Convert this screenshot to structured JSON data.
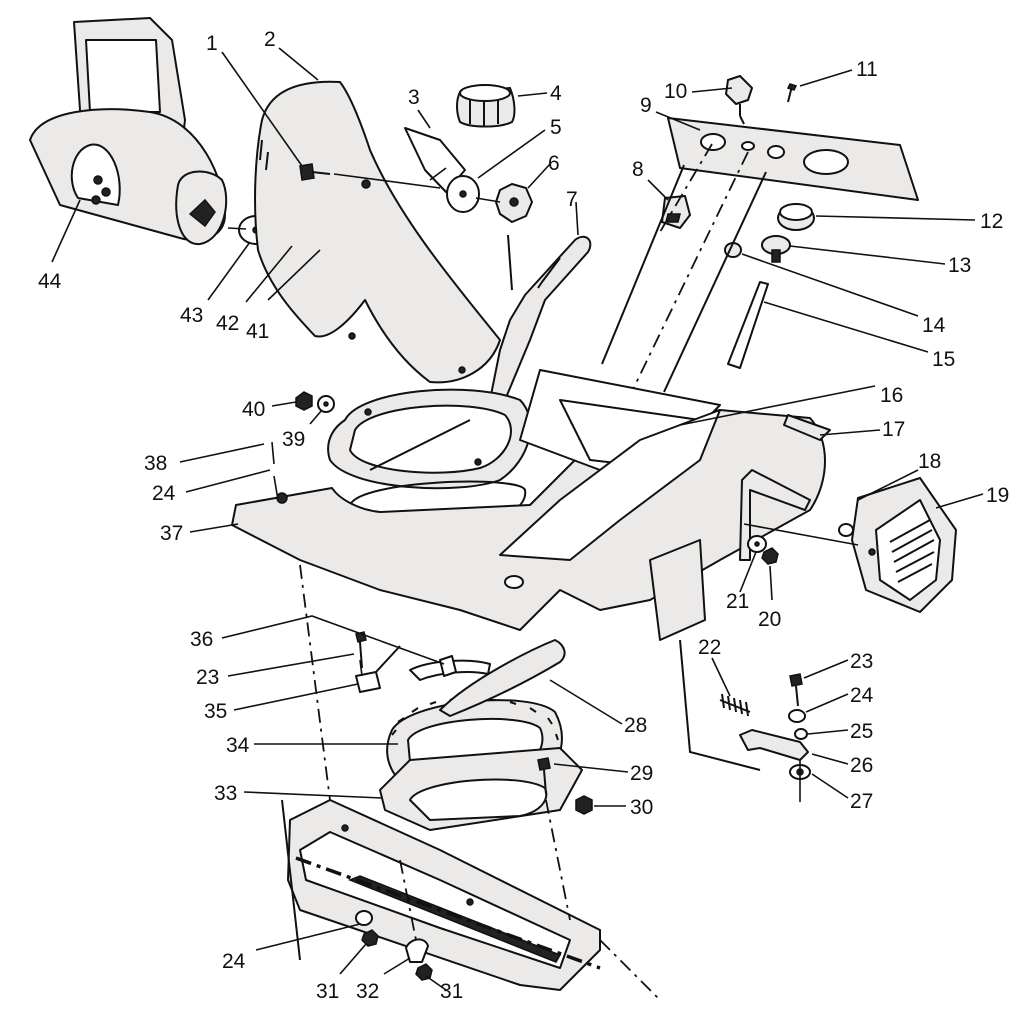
{
  "diagram": {
    "labels": [
      "1",
      "2",
      "3",
      "4",
      "5",
      "6",
      "7",
      "8",
      "9",
      "10",
      "11",
      "12",
      "13",
      "14",
      "15",
      "16",
      "17",
      "18",
      "19",
      "20",
      "21",
      "22",
      "23",
      "24",
      "25",
      "26",
      "27",
      "28",
      "29",
      "30",
      "31",
      "32",
      "33",
      "34",
      "35",
      "36",
      "37",
      "38",
      "39",
      "40",
      "41",
      "42",
      "43",
      "44"
    ],
    "callouts": [
      {
        "id": "c1",
        "text": "1"
      },
      {
        "id": "c2",
        "text": "2"
      },
      {
        "id": "c3",
        "text": "3"
      },
      {
        "id": "c4",
        "text": "4"
      },
      {
        "id": "c5",
        "text": "5"
      },
      {
        "id": "c6",
        "text": "6"
      },
      {
        "id": "c7",
        "text": "7"
      },
      {
        "id": "c8",
        "text": "8"
      },
      {
        "id": "c9",
        "text": "9"
      },
      {
        "id": "c10",
        "text": "10"
      },
      {
        "id": "c11",
        "text": "11"
      },
      {
        "id": "c12",
        "text": "12"
      },
      {
        "id": "c13",
        "text": "13"
      },
      {
        "id": "c14",
        "text": "14"
      },
      {
        "id": "c15",
        "text": "15"
      },
      {
        "id": "c16",
        "text": "16"
      },
      {
        "id": "c17",
        "text": "17"
      },
      {
        "id": "c18",
        "text": "18"
      },
      {
        "id": "c19",
        "text": "19"
      },
      {
        "id": "c20",
        "text": "20"
      },
      {
        "id": "c21",
        "text": "21"
      },
      {
        "id": "c22",
        "text": "22"
      },
      {
        "id": "c23a",
        "text": "23"
      },
      {
        "id": "c24a",
        "text": "24"
      },
      {
        "id": "c25",
        "text": "25"
      },
      {
        "id": "c26",
        "text": "26"
      },
      {
        "id": "c27",
        "text": "27"
      },
      {
        "id": "c28",
        "text": "28"
      },
      {
        "id": "c29",
        "text": "29"
      },
      {
        "id": "c30",
        "text": "30"
      },
      {
        "id": "c33",
        "text": "33"
      },
      {
        "id": "c34",
        "text": "34"
      },
      {
        "id": "c35",
        "text": "35"
      },
      {
        "id": "c23b",
        "text": "23"
      },
      {
        "id": "c36",
        "text": "36"
      },
      {
        "id": "c37",
        "text": "37"
      },
      {
        "id": "c24b",
        "text": "24"
      },
      {
        "id": "c38",
        "text": "38"
      },
      {
        "id": "c39",
        "text": "39"
      },
      {
        "id": "c40",
        "text": "40"
      },
      {
        "id": "c41",
        "text": "41"
      },
      {
        "id": "c42",
        "text": "42"
      },
      {
        "id": "c43",
        "text": "43"
      },
      {
        "id": "c44",
        "text": "44"
      },
      {
        "id": "c24c",
        "text": "24"
      },
      {
        "id": "c31a",
        "text": "31"
      },
      {
        "id": "c32",
        "text": "32"
      },
      {
        "id": "c31b",
        "text": "31"
      }
    ]
  }
}
